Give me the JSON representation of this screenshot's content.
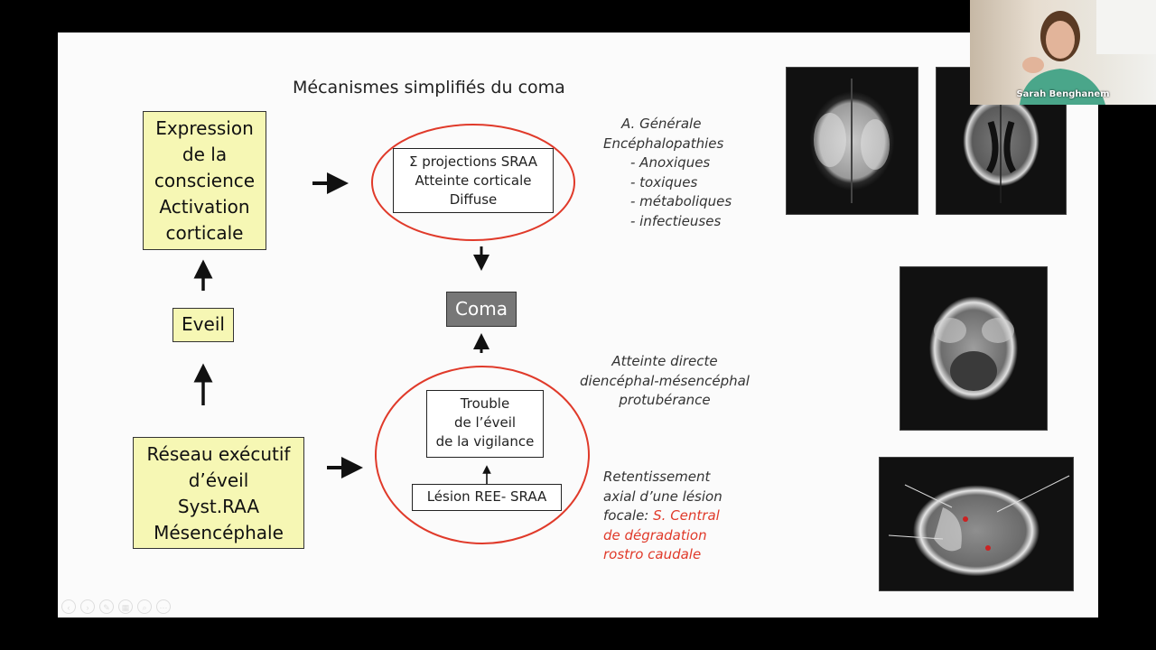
{
  "slide": {
    "title": "Mécanismes simplifiés du coma",
    "box_expression": [
      "Expression",
      "de la",
      "conscience",
      "Activation",
      "corticale"
    ],
    "box_eveil": "Eveil",
    "box_reseau": [
      "Réseau exécutif",
      "d’éveil",
      "Syst.RAA",
      "Mésencéphale"
    ],
    "box_projections": [
      "Σ projections SRAA",
      "Atteinte corticale",
      "Diffuse"
    ],
    "box_coma": "Coma",
    "box_trouble": [
      "Trouble",
      "de l’éveil",
      "de la vigilance"
    ],
    "box_lesion": "Lésion REE- SRAA",
    "note_generale": [
      "A. Générale",
      "Encéphalopathies",
      "- Anoxiques",
      "- toxiques",
      "- métaboliques",
      "- infectieuses"
    ],
    "note_directe": [
      "Atteinte directe",
      "diencéphal-mésencéphal",
      "protubérance"
    ],
    "note_retentissement": [
      "Retentissement",
      "axial d’une lésion",
      "focale:"
    ],
    "note_retentissement_red": [
      "S. Central",
      "de dégradation",
      "rostro caudale"
    ]
  },
  "webcam": {
    "name": "Sarah Benghanem"
  },
  "colors": {
    "accent_red": "#e03a2a",
    "yellow_box": "#f6f7b4",
    "coma_gray": "#777777"
  }
}
